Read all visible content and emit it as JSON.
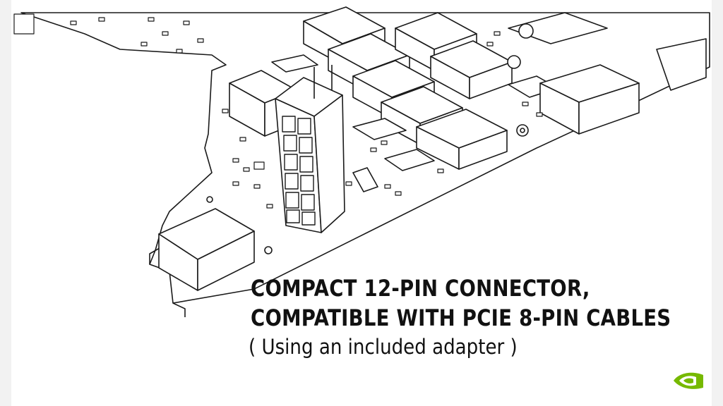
{
  "slide": {
    "headline_line1": "COMPACT 12-PIN CONNECTOR,",
    "headline_line2": "COMPATIBLE WITH PCIE 8-PIN CABLES",
    "subtext": "( Using an included adapter )"
  },
  "colors": {
    "background": "#ffffff",
    "line_art": "#1a1a1a",
    "text": "#111111",
    "brand": "#76b900"
  },
  "icons": {
    "brand_logo": "nvidia-eye-logo"
  }
}
